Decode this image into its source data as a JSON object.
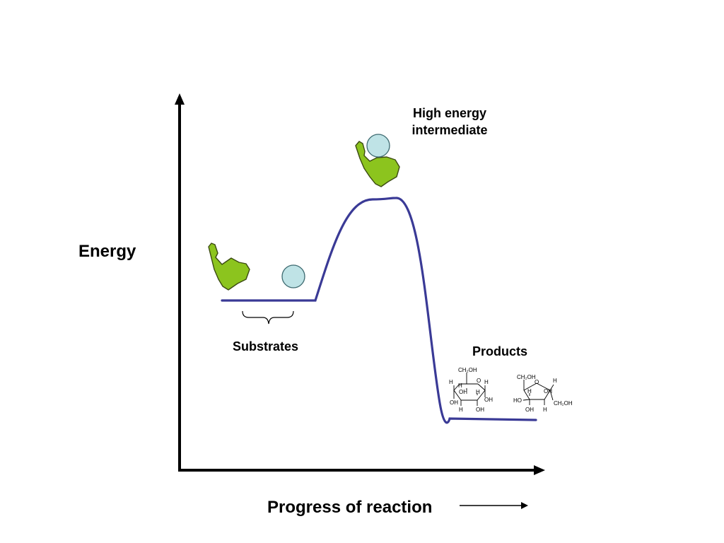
{
  "labels": {
    "y_axis": "Energy",
    "x_axis": "Progress of reaction",
    "substrates": "Substrates",
    "intermediate": "High energy intermediate",
    "products": "Products"
  },
  "glucose": {
    "top": "CH₂OH",
    "ring_o": "O",
    "h_left": "H",
    "h_inner": "H",
    "h_right": "H",
    "oh_mid": "OH",
    "h_mid": "H",
    "oh_left": "OH",
    "oh_right": "OH",
    "h_bottom": "H",
    "oh_bottom": "OH"
  },
  "fructose": {
    "top": "CH₂OH",
    "ring_o": "O",
    "h_right": "H",
    "h_mid": "H",
    "oh_mid": "OH",
    "ho_left": "HO",
    "ch2oh_right": "CH₂OH",
    "oh_bottom": "OH",
    "h_bottom": "H"
  },
  "colors": {
    "curve": "#3a3a96",
    "enzyme_fill": "#8cc41e",
    "enzyme_stroke": "#3b4a12",
    "substrate_fill": "#bfe3e6",
    "substrate_stroke": "#3d6a70",
    "axis": "#000000"
  }
}
